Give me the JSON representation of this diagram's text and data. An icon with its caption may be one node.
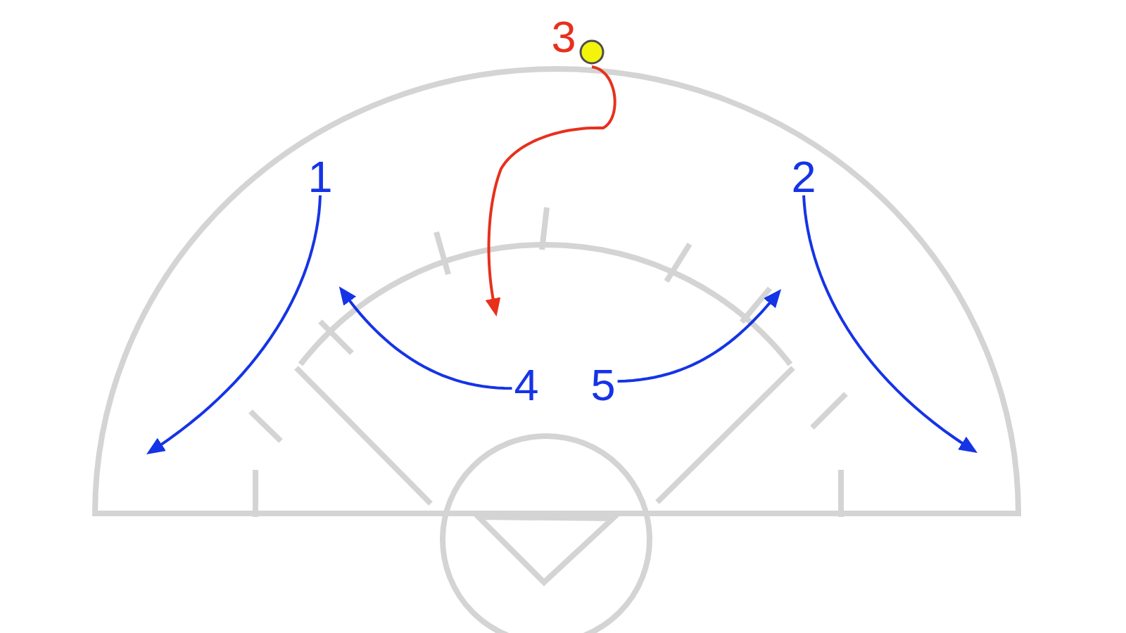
{
  "diagram": {
    "nodes": [
      {
        "text": [],
        "shape": "circle",
        "beside": [
          "3"
        ]
      },
      {
        "text": [
          "1"
        ]
      },
      {
        "text": [
          "2"
        ]
      },
      {
        "text": [
          "4"
        ]
      },
      {
        "text": [
          "5"
        ]
      }
    ],
    "edges": [
      {
        "from": 0,
        "to": null,
        "arrow": "to",
        "color": "#e8301c"
      },
      {
        "from": 1,
        "to": null,
        "arrow": "to"
      },
      {
        "from": 2,
        "to": null,
        "arrow": "to"
      },
      {
        "from": 3,
        "to": null,
        "arrow": "to"
      },
      {
        "from": 4,
        "to": null,
        "arrow": "to"
      }
    ]
  }
}
